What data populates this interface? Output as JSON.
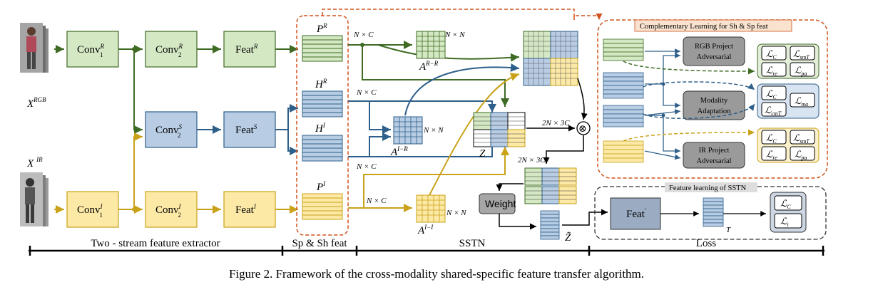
{
  "inputs": {
    "rgb": "X",
    "rgb_sup": "RGB",
    "ir": "X",
    "ir_sup": "IR"
  },
  "extractor": {
    "conv1r": "Conv",
    "conv1r_sup": "R",
    "conv1r_sub": "1",
    "conv2r": "Conv",
    "conv2r_sup": "R",
    "conv2r_sub": "2",
    "featr": "Feat",
    "featr_sup": "R",
    "conv2s": "Conv",
    "conv2s_sup": "S",
    "conv2s_sub": "2",
    "feats": "Feat",
    "feats_sup": "S",
    "conv1i": "Conv",
    "conv1i_sup": "I",
    "conv1i_sub": "1",
    "conv2i": "Conv",
    "conv2i_sup": "I",
    "conv2i_sub": "2",
    "feati": "Feat",
    "feati_sup": "I"
  },
  "features": {
    "pr": "P",
    "pr_sup": "R",
    "hr": "H",
    "hr_sup": "R",
    "hi": "H",
    "hi_sup": "I",
    "pi": "P",
    "pi_sup": "I"
  },
  "sstn": {
    "nc1": "N × C",
    "nc2": "N × C",
    "nc3": "N × C",
    "nc4": "N × C",
    "nn1": "N × N",
    "nn2": "N × N",
    "nn3": "N × N",
    "arr": "A",
    "arr_sup": "R−R",
    "air": "A",
    "air_sup": "I−R",
    "aii": "A",
    "aii_sup": "I−I",
    "z": "Z",
    "n3c1": "2N × 3C",
    "n3c2": "2N × 3C",
    "weight": "Weight",
    "ztilde": "Z̃",
    "otimes": "⊗"
  },
  "complementary": {
    "title": "Complementary Learning for Sh & Sp feat",
    "rgb_adv_1": "RGB Project",
    "rgb_adv_2": "Adversarial",
    "mod_1": "Modality",
    "mod_2": "Adaptation",
    "ir_adv_1": "IR Project",
    "ir_adv_2": "Adversarial",
    "L": "ℒ",
    "l_c": "C",
    "l_smt": "smT",
    "l_re": "re",
    "l_pa": "pa",
    "l_cmt": "cmT",
    "l_ma": "ma"
  },
  "feature_learning": {
    "title": "Feature learning of SSTN",
    "feat": "Feat",
    "feat_sup": "′",
    "t": "T",
    "l_c": "C",
    "l_t": "t"
  },
  "bottom": {
    "extractor": "Two - stream feature extractor",
    "spsh": "Sp & Sh feat",
    "sstn": "SSTN",
    "loss": "Loss"
  },
  "caption": "Figure 2. Framework of the cross-modality shared-specific feature transfer algorithm.",
  "colors": {
    "green_fill": "#d5e8c4",
    "green_line": "#3f6b25",
    "blue_fill": "#b8cce4",
    "blue_line": "#2e5f8a",
    "yellow_fill": "#fce9a6",
    "yellow_line": "#c9a21a",
    "gray": "#9a9a9a",
    "orange": "#d0521d"
  }
}
